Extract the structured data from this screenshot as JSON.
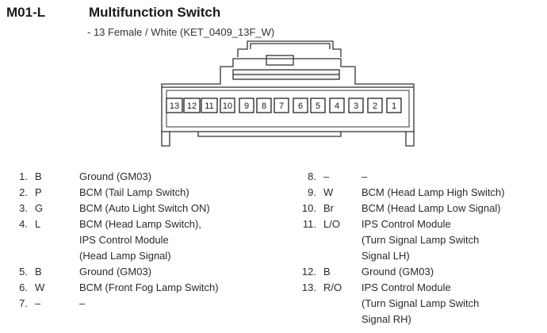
{
  "header": {
    "code": "M01-L",
    "title": "Multifunction Switch",
    "subtitle": "- 13 Female / White (KET_0409_13F_W)"
  },
  "connector": {
    "pins_left_to_right": [
      "13",
      "12",
      "11",
      "10",
      "9",
      "8",
      "7",
      "6",
      "5",
      "4",
      "3",
      "2",
      "1"
    ]
  },
  "pins_left": [
    {
      "num": "1.",
      "wire": "B",
      "lines": [
        "Ground (GM03)"
      ]
    },
    {
      "num": "2.",
      "wire": "P",
      "lines": [
        "BCM (Tail Lamp Switch)"
      ]
    },
    {
      "num": "3.",
      "wire": "G",
      "lines": [
        "BCM (Auto Light Switch ON)"
      ]
    },
    {
      "num": "4.",
      "wire": "L",
      "lines": [
        "BCM (Head Lamp Switch),",
        "IPS Control Module",
        "(Head Lamp Signal)"
      ]
    },
    {
      "num": "5.",
      "wire": "B",
      "lines": [
        "Ground (GM03)"
      ]
    },
    {
      "num": "6.",
      "wire": "W",
      "lines": [
        "BCM (Front Fog Lamp Switch)"
      ]
    },
    {
      "num": "7.",
      "wire": "–",
      "lines": [
        "–"
      ]
    }
  ],
  "pins_right": [
    {
      "num": "8.",
      "wire": "–",
      "lines": [
        "–"
      ]
    },
    {
      "num": "9.",
      "wire": "W",
      "lines": [
        "BCM (Head Lamp High Switch)"
      ]
    },
    {
      "num": "10.",
      "wire": "Br",
      "lines": [
        "BCM (Head Lamp Low Signal)"
      ]
    },
    {
      "num": "11.",
      "wire": "L/O",
      "lines": [
        "IPS Control Module",
        "(Turn Signal Lamp Switch",
        "Signal LH)"
      ]
    },
    {
      "num": "12.",
      "wire": "B",
      "lines": [
        "Ground (GM03)"
      ]
    },
    {
      "num": "13.",
      "wire": "R/O",
      "lines": [
        "IPS Control Module",
        "(Turn Signal Lamp Switch",
        "Signal RH)"
      ]
    }
  ]
}
